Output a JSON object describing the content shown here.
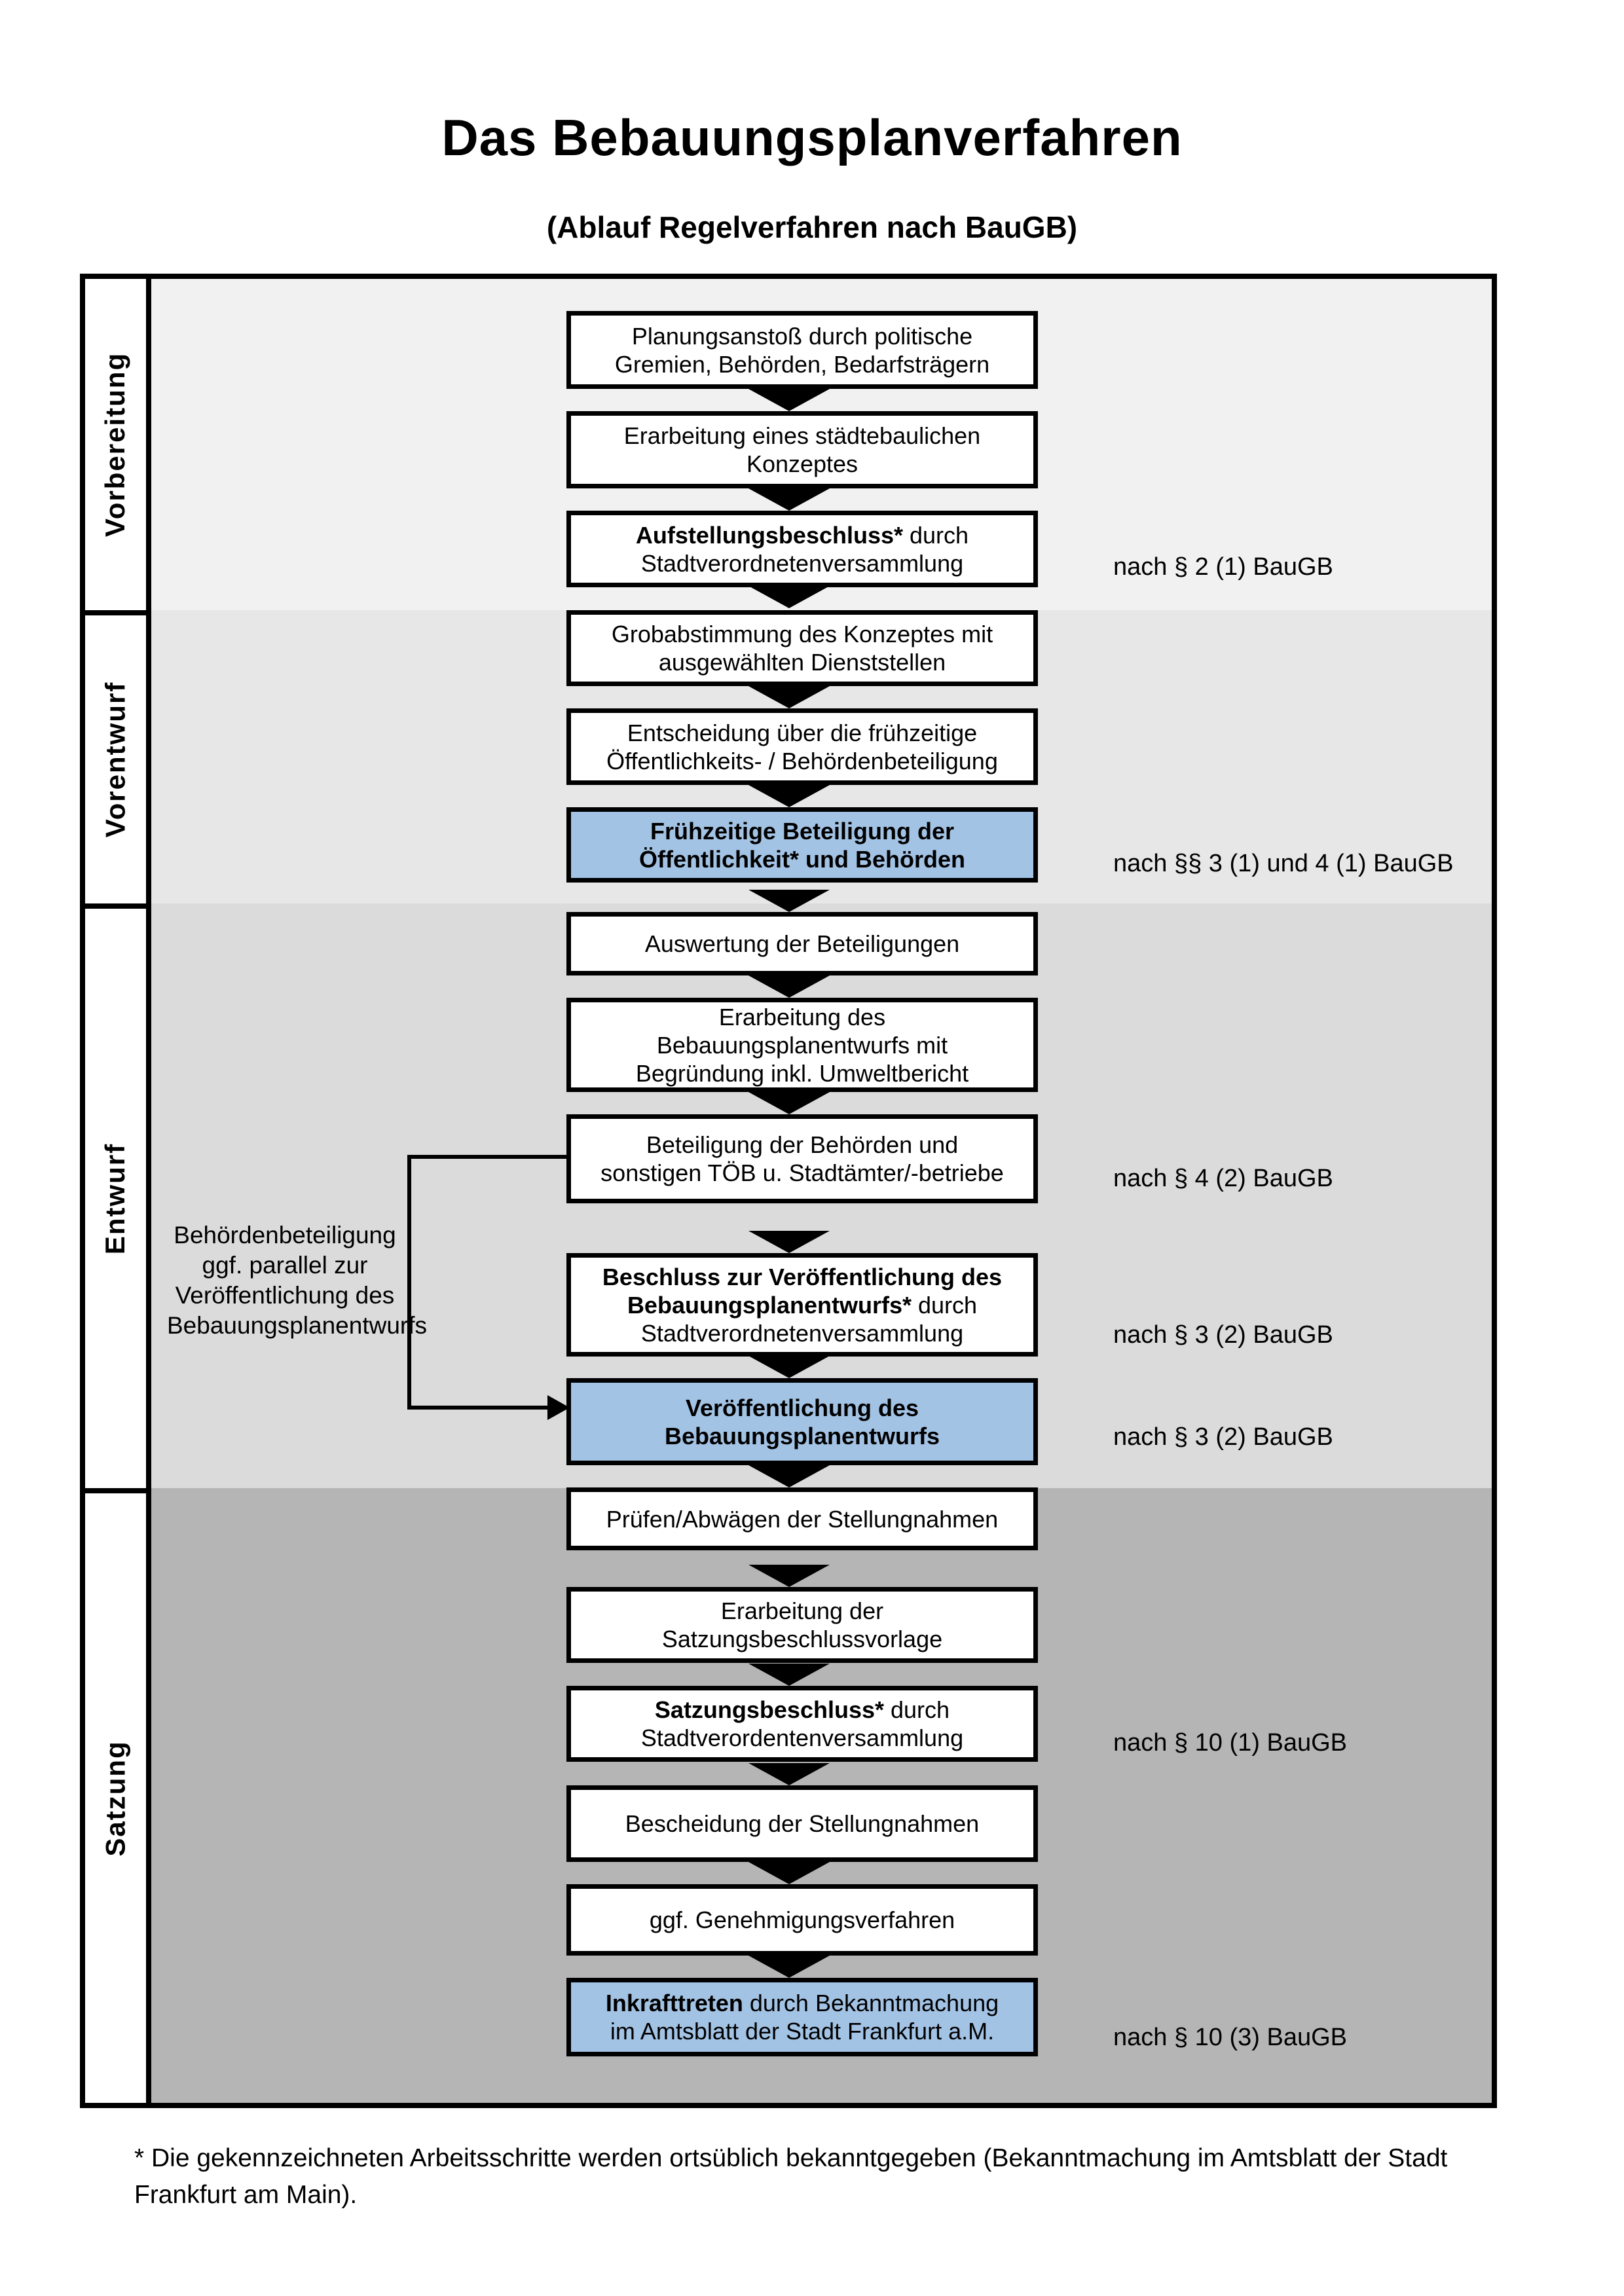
{
  "title": "Das Bebauungsplanverfahren",
  "subtitle": "(Ablauf Regelverfahren nach BauGB)",
  "phases": {
    "p1": {
      "label": "Vorbereitung"
    },
    "p2": {
      "label": "Vorentwurf"
    },
    "p3": {
      "label": "Entwurf"
    },
    "p4": {
      "label": "Satzung"
    }
  },
  "steps": {
    "s1": {
      "l1": "Planungsanstoß durch politische",
      "l2": "Gremien, Behörden, Bedarfsträgern"
    },
    "s2": {
      "l1": "Erarbeitung eines städtebaulichen",
      "l2": "Konzeptes"
    },
    "s3": {
      "l1b": "Aufstellungsbeschluss*",
      "l1r": " durch",
      "l2": "Stadtverordnetenversammlung"
    },
    "s4": {
      "l1": "Grobabstimmung des Konzeptes mit",
      "l2": "ausgewählten Dienststellen"
    },
    "s5": {
      "l1": "Entscheidung über die frühzeitige",
      "l2": "Öffentlichkeits- / Behördenbeteiligung"
    },
    "s6": {
      "l1": "Frühzeitige Beteiligung der",
      "l2": "Öffentlichkeit* und Behörden"
    },
    "s7": {
      "l1": "Auswertung der Beteiligungen"
    },
    "s8": {
      "l1": "Erarbeitung des",
      "l2": "Bebauungsplanentwurfs mit",
      "l3": "Begründung inkl. Umweltbericht"
    },
    "s9": {
      "l1": "Beteiligung der Behörden und",
      "l2": "sonstigen TÖB u. Stadtämter/-betriebe"
    },
    "s10": {
      "l1": "Beschluss zur Veröffentlichung des",
      "l2b": "Bebauungsplanentwurfs*",
      "l2r": " durch",
      "l3": "Stadtverordnetenversammlung"
    },
    "s11": {
      "l1": "Veröffentlichung des",
      "l2": "Bebauungsplanentwurfs"
    },
    "s12": {
      "l1": "Prüfen/Abwägen der Stellungnahmen"
    },
    "s13": {
      "l1": "Erarbeitung der",
      "l2": "Satzungsbeschlussvorlage"
    },
    "s14": {
      "l1b": "Satzungsbeschluss*",
      "l1r": " durch",
      "l2": "Stadtverordentenversammlung"
    },
    "s15": {
      "l1": "Bescheidung der Stellungnahmen"
    },
    "s16": {
      "l1": "ggf. Genehmigungsverfahren"
    },
    "s17": {
      "l1b": "Inkrafttreten",
      "l1r": " durch Bekanntmachung",
      "l2": "im Amtsblatt der Stadt Frankfurt a.M."
    }
  },
  "annotations": {
    "a1": "nach § 2 (1) BauGB",
    "a2": "nach §§ 3 (1) und 4 (1) BauGB",
    "a3": "nach § 4 (2) BauGB",
    "a4": "nach § 3 (2) BauGB",
    "a5": "nach § 3 (2) BauGB",
    "a6": "nach § 10 (1) BauGB",
    "a7": "nach § 10 (3) BauGB"
  },
  "side_note": {
    "l1": "Behördenbeteiligung",
    "l2": "ggf. parallel zur",
    "l3": "Veröffentlichung des",
    "l4": "Bebauungsplanentwurfs"
  },
  "footnote": {
    "line1": "* Die gekennzeichneten Arbeitsschritte werden ortsüblich bekanntgegeben (Bekanntmachung im Amtsblatt  der Stadt",
    "line2": "Frankfurt am Main)."
  },
  "colors": {
    "band1": "#f1f1f1",
    "band2": "#e7e7e7",
    "band3": "#dbdbdb",
    "band4": "#b5b5b5",
    "highlight": "#a3c3e5",
    "border": "#000000"
  }
}
